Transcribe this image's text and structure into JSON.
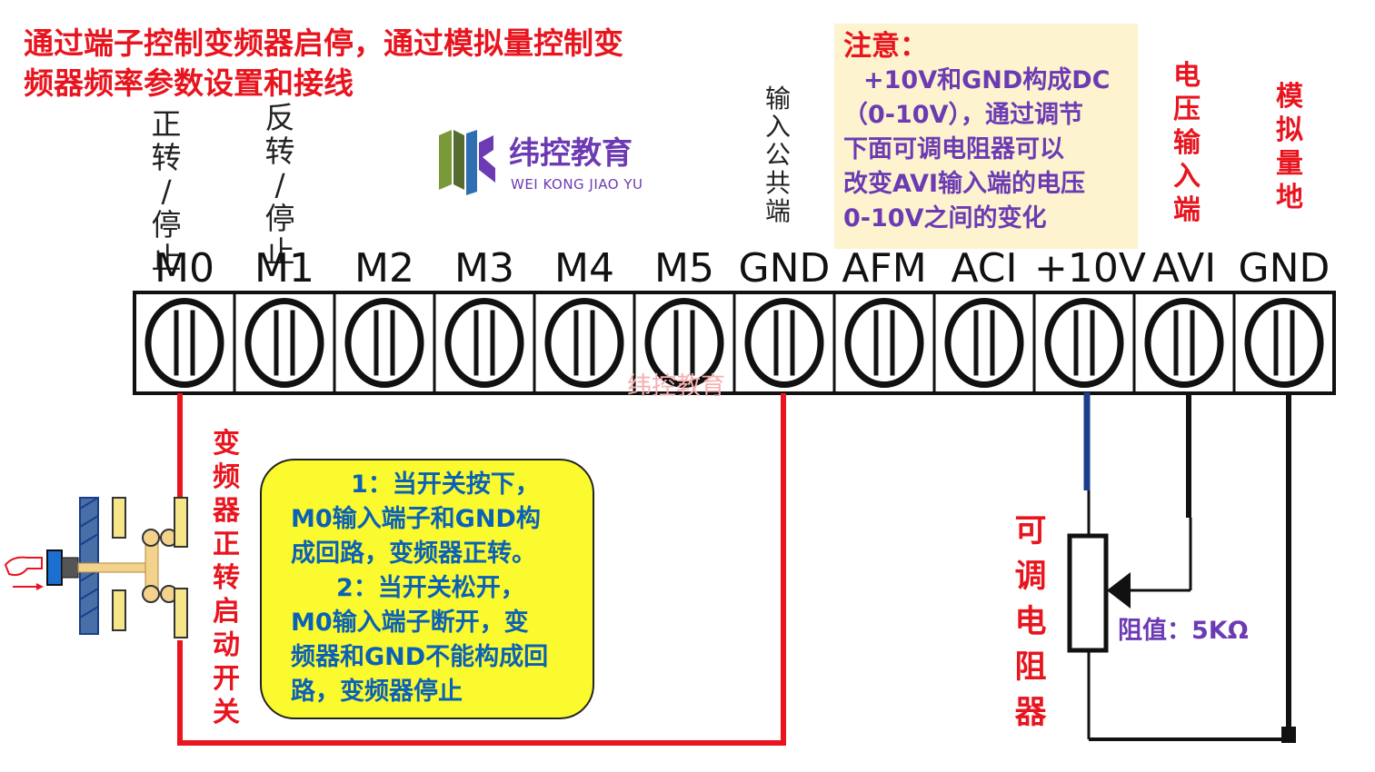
{
  "title": {
    "line1": "通过端子控制变频器启停，通过模拟量控制变",
    "line2": "频器频率参数设置和接线"
  },
  "labels": {
    "m0_function": [
      "正",
      "转",
      "/",
      "停",
      "止"
    ],
    "m1_function": [
      "反",
      "转",
      "/",
      "停",
      "止"
    ],
    "gnd_function": [
      "输",
      "入",
      "公",
      "共",
      "端"
    ],
    "avi_function": [
      "电",
      "压",
      "输",
      "入",
      "端"
    ],
    "gnd_right_function": [
      "模",
      "拟",
      "量",
      "地"
    ],
    "switch_label": [
      "变",
      "频",
      "器",
      "正",
      "转",
      "启",
      "动",
      "开",
      "关"
    ],
    "resistor_label": [
      "可",
      "调",
      "电",
      "阻",
      "器"
    ]
  },
  "logo": {
    "cn": "纬控教育",
    "en": "WEI KONG JIAO YU"
  },
  "watermark": "纬控教育",
  "terminals": [
    "M0",
    "M1",
    "M2",
    "M3",
    "M4",
    "M5",
    "GND",
    "AFM",
    "ACI",
    "+10V",
    "AVI",
    "GND"
  ],
  "note": {
    "heading": "注意：",
    "lines": [
      "+10V和GND构成DC",
      "（0-10V），通过调节",
      "下面可调电阻器可以",
      "改变AVI输入端的电压",
      "0-10V之间的变化"
    ]
  },
  "instructions": {
    "lines": [
      "1：当开关按下，",
      "M0输入端子和GND构",
      "成回路，变频器正转。",
      "2：当开关松开，",
      "M0输入端子断开，变",
      "频器和GND不能构成回",
      "路，变频器停止"
    ]
  },
  "resistor_value": "阻值：5KΩ",
  "colors": {
    "title": "#e8141e",
    "note_text": "#6c3bb3",
    "note_bg": "#fdf3cf",
    "box_bg": "#fafa2e",
    "box_text": "#0b61b5",
    "wire_red": "#e8141e",
    "wire_blue": "#1a3f8a",
    "wire_black": "#111111"
  }
}
